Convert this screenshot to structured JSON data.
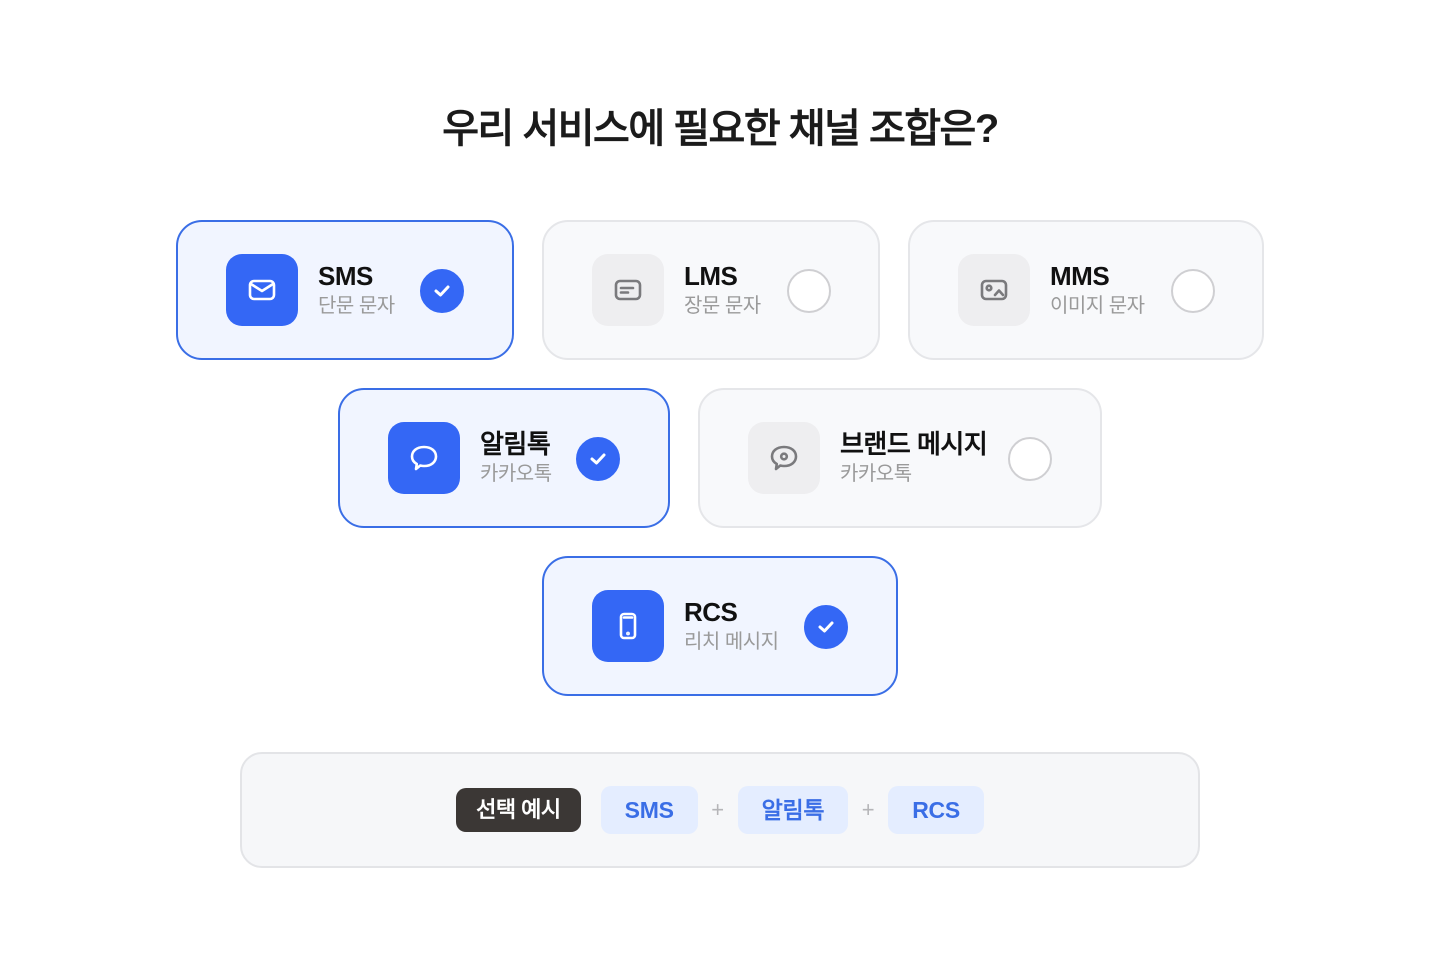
{
  "header": {
    "title": "우리 서비스에 필요한 채널 조합은?"
  },
  "colors": {
    "accent": "#3467f5",
    "selected_bg": "#f1f5ff",
    "selected_border": "#3a6ee6",
    "chip_bg": "#e4edff",
    "chip_text": "#3a6ee6",
    "label_bg": "#3b3735"
  },
  "channels": [
    {
      "title": "SMS",
      "subtitle": "단문 문자",
      "icon": "envelope-icon",
      "selected": true
    },
    {
      "title": "LMS",
      "subtitle": "장문 문자",
      "icon": "message-card-icon",
      "selected": false
    },
    {
      "title": "MMS",
      "subtitle": "이미지 문자",
      "icon": "image-icon",
      "selected": false
    },
    {
      "title": "알림톡",
      "subtitle": "카카오톡",
      "icon": "chat-bubble-icon",
      "selected": true
    },
    {
      "title": "브랜드 메시지",
      "subtitle": "카카오톡",
      "icon": "chat-bubble-dot-icon",
      "selected": false
    },
    {
      "title": "RCS",
      "subtitle": "리치 메시지",
      "icon": "smartphone-icon",
      "selected": true
    }
  ],
  "summary": {
    "label": "선택 예시",
    "chips": [
      "SMS",
      "알림톡",
      "RCS"
    ],
    "separator": "+"
  }
}
